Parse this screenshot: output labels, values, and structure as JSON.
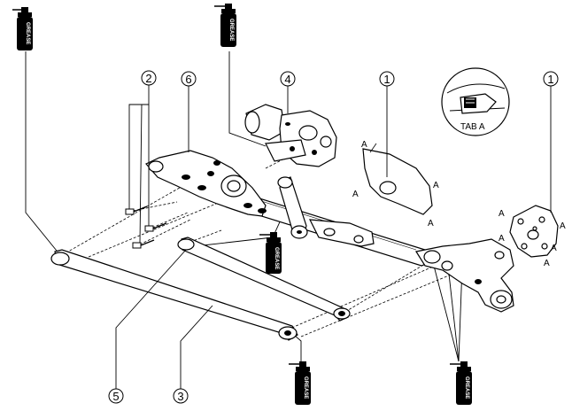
{
  "callouts": [
    "1",
    "2",
    "3",
    "4",
    "5",
    "6",
    "1"
  ],
  "grease_label": "GREASE",
  "tab_label": "TAB A",
  "point_label": "A"
}
